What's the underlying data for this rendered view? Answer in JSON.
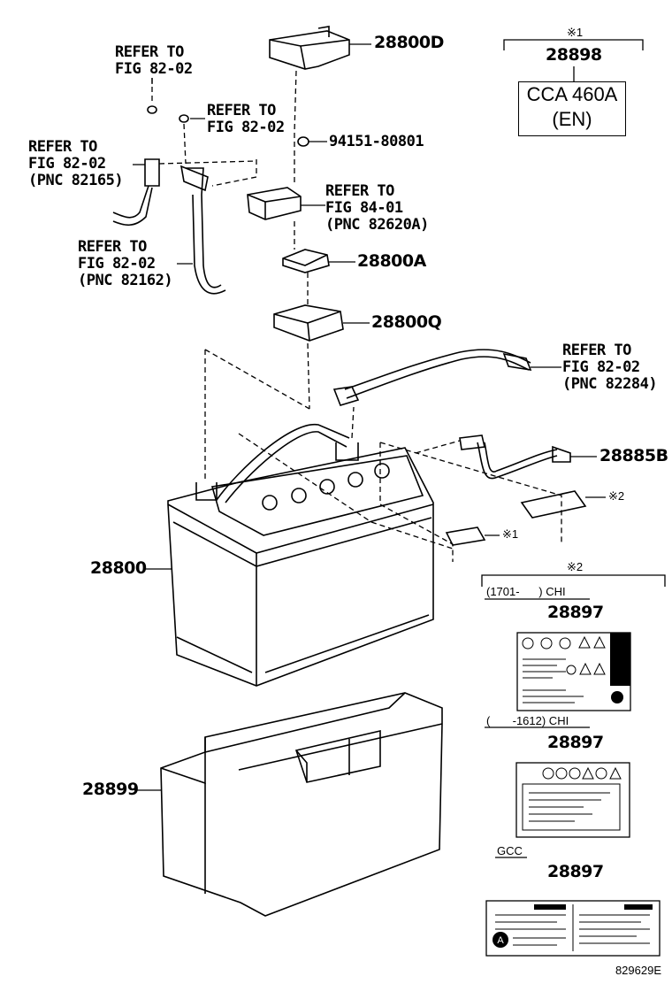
{
  "callouts": {
    "refer_82_02_top": [
      "REFER TO",
      "FIG 82-02"
    ],
    "refer_82_02_mid": [
      "REFER TO",
      "FIG 82-02"
    ],
    "refer_82165": [
      "REFER TO",
      "FIG 82-02",
      "(PNC 82165)"
    ],
    "refer_82162": [
      "REFER TO",
      "FIG 82-02",
      "(PNC 82162)"
    ],
    "refer_82620a": [
      "REFER TO",
      "FIG 84-01",
      "(PNC 82620A)"
    ],
    "refer_82284": [
      "REFER TO",
      "FIG 82-02",
      "(PNC 82284)"
    ]
  },
  "parts": {
    "p28800D": "28800D",
    "p94151": "94151-80801",
    "p28800A": "28800A",
    "p28800Q": "28800Q",
    "p28885B": "28885B",
    "p28800": "28800",
    "p28899": "28899",
    "p28898": "28898",
    "p28897_a": "28897",
    "p28897_b": "28897",
    "p28897_c": "28897"
  },
  "notes": {
    "mark1": "※1",
    "mark2": "※2",
    "mark1_small": "※1",
    "mark2_small": "※2",
    "range_1701": "(1701-      ) CHI",
    "range_1612": "(       -1612) CHI",
    "gcc": "GCC"
  },
  "cca_box": {
    "line1": "CCA 460A",
    "line2": "(EN)"
  },
  "figure_number": "829629E"
}
